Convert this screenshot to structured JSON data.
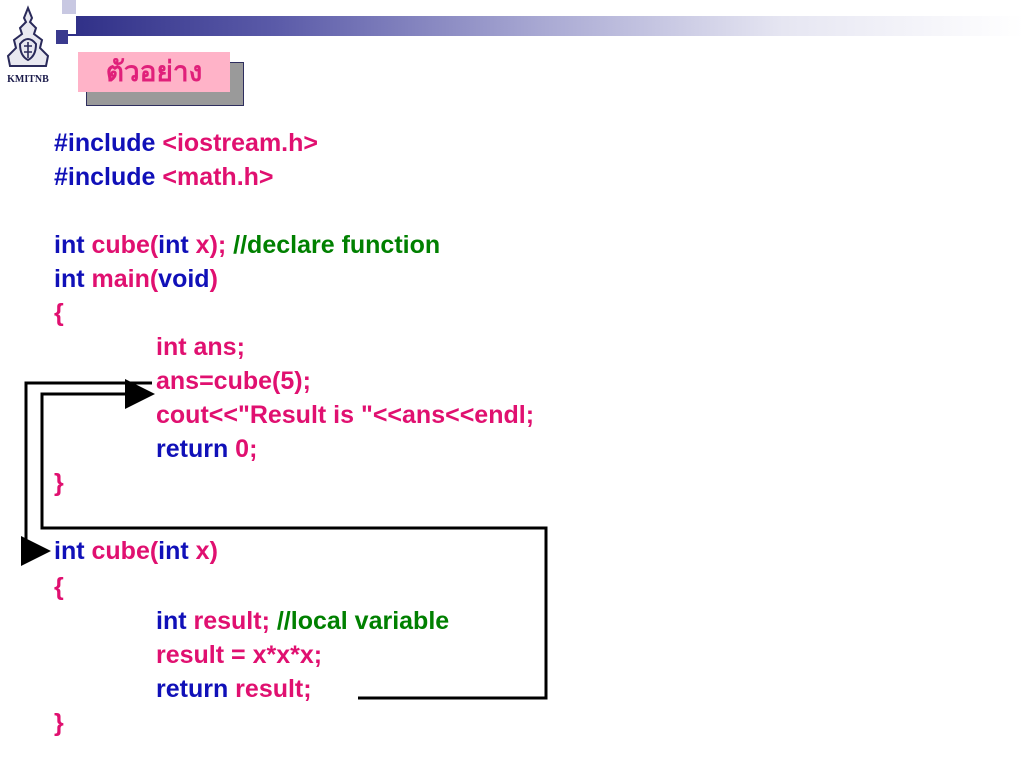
{
  "logo": {
    "text": "KMITNB"
  },
  "title": "ตัวอย่าง",
  "code": {
    "l1": {
      "kw": "#include",
      "rest": " <iostream.h>"
    },
    "l2": {
      "kw": "#include",
      "rest": " <math.h>"
    },
    "l3": {
      "a": "int",
      "b": " cube(",
      "c": "int",
      "d": " x);",
      "e": " //declare function"
    },
    "l4": {
      "a": "int",
      "b": " main(",
      "c": "void",
      "d": ")"
    },
    "l5": "{",
    "l6": "int ans;",
    "l7": "ans=cube(5);",
    "l8": "cout<<\"Result is \"<<ans<<endl;",
    "l9": {
      "a": "return",
      "b": " 0;"
    },
    "l10": "}",
    "l11": {
      "a": "int",
      "b": " cube(",
      "c": "int",
      "d": " x)"
    },
    "l12": "{",
    "l13": {
      "a": "int",
      "b": " result;",
      "c": " //local variable"
    },
    "l14": "result = x*x*x;",
    "l15": {
      "a": "return",
      "b": " result;"
    },
    "l16": "}"
  },
  "colors": {
    "keyword": "#1010b8",
    "identifier": "#e01070",
    "comment": "#008000",
    "title_bg": "#ffb3c8",
    "title_text": "#e0207a"
  }
}
